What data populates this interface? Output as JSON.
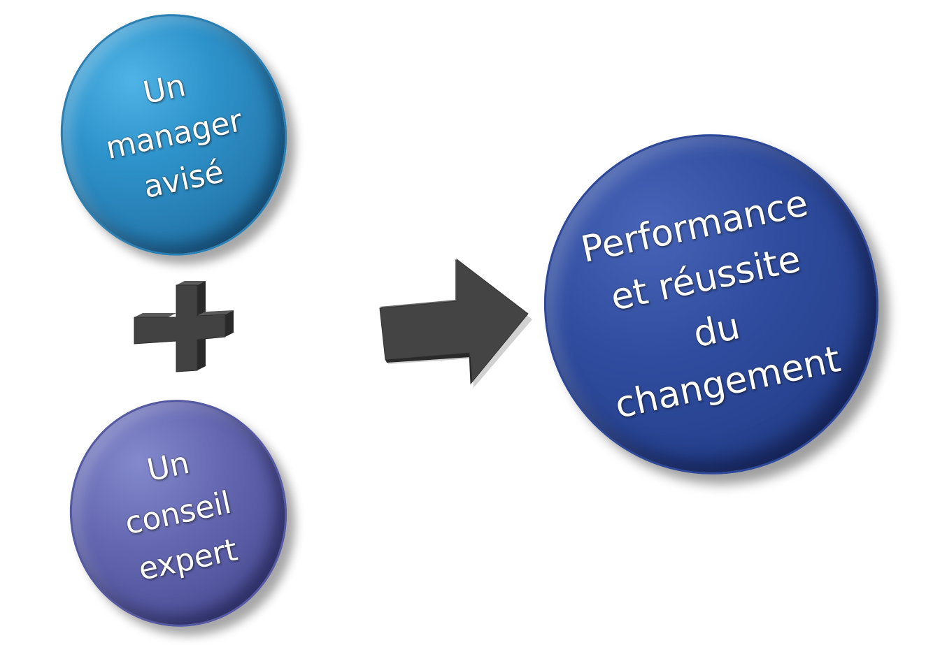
{
  "diagram": {
    "circles": [
      {
        "id": "manager",
        "label": "Un\nmanager\navisé",
        "color": "#2e93cb"
      },
      {
        "id": "conseil",
        "label": "Un\nconseil\nexpert",
        "color": "#5d60a6"
      },
      {
        "id": "performance",
        "label": "Performance\net réussite\ndu\nchangement",
        "color": "#2a4594"
      }
    ],
    "operator_icon": "plus-icon",
    "result_icon": "arrow-right-icon",
    "operator_color": "#3c3c3c"
  }
}
